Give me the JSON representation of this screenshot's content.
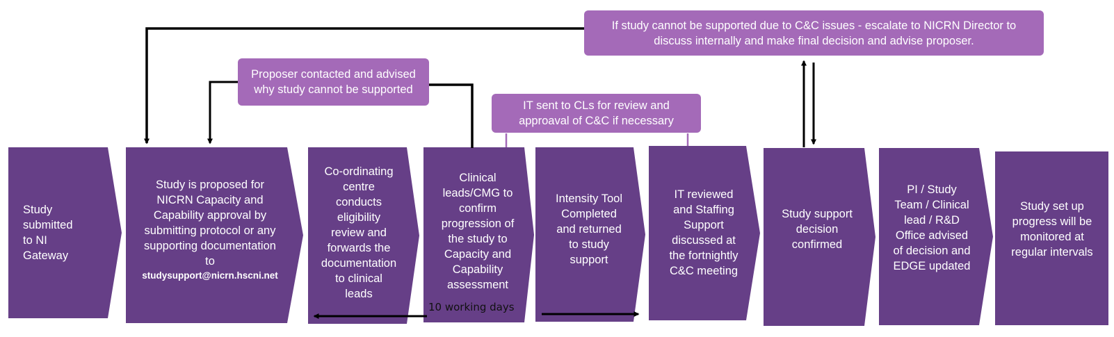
{
  "colors": {
    "step_fill": "#663f87",
    "callout_fill": "#a46ab8",
    "connector": "#000000",
    "callout_connector": "#a46ab8",
    "step_text": "#ffffff"
  },
  "steps": [
    {
      "id": 1,
      "text": "Study\nsubmitted\nto NI\nGateway",
      "shape": "chevron"
    },
    {
      "id": 2,
      "text": "Study is proposed for\nNICRN Capacity and\nCapability approval by\nsubmitting protocol or any\nsupporting documentation\nto",
      "email": "studysupport@nicrn.hscni.net",
      "shape": "chevron"
    },
    {
      "id": 3,
      "text": "Co-ordinating\ncentre\nconducts\neligibility\nreview and\nforwards the\ndocumentation\nto clinical\nleads",
      "shape": "chevron"
    },
    {
      "id": 4,
      "text": "Clinical\nleads/CMG to\nconfirm\nprogression of\nthe study to\nCapacity and\nCapability\nassessment",
      "shape": "chevron"
    },
    {
      "id": 5,
      "text": "Intensity Tool\nCompleted\nand returned\nto study\nsupport",
      "shape": "chevron"
    },
    {
      "id": 6,
      "text": "IT reviewed\nand Staffing\nSupport\ndiscussed at\nthe fortnightly\nC&C meeting",
      "shape": "chevron"
    },
    {
      "id": 7,
      "text": "Study support\ndecision\nconfirmed",
      "shape": "chevron"
    },
    {
      "id": 8,
      "text": "PI / Study\nTeam / Clinical\nlead / R&D\nOffice advised\nof decision and\nEDGE updated",
      "shape": "chevron"
    },
    {
      "id": 9,
      "text": "Study set up\nprogress will be\nmonitored at\nregular intervals",
      "shape": "rectangle"
    }
  ],
  "callouts": {
    "escalate": "If study cannot be supported due to C&C issues - escalate to NICRN Director to\ndiscuss internally and make final decision and advise proposer.",
    "proposer": "Proposer contacted and advised\nwhy study cannot be supported",
    "intensity_tool": "IT sent to CLs for review and\napproaval of C&C if necessary"
  },
  "duration": {
    "label": "10 working days",
    "spans_from_step": 3,
    "spans_to_step": 5
  },
  "connectors": [
    {
      "from": "escalate",
      "to": "step-2",
      "style": "arrow"
    },
    {
      "from": "proposer",
      "to": "step-2",
      "style": "arrow"
    },
    {
      "from": "step-4",
      "to": "proposer",
      "style": "line"
    },
    {
      "from": "step-7",
      "to": "escalate",
      "style": "arrow"
    },
    {
      "from": "escalate",
      "to": "step-7",
      "style": "arrow"
    },
    {
      "from": "intensity_tool",
      "to": "step-4",
      "style": "line"
    },
    {
      "from": "intensity_tool",
      "to": "step-6",
      "style": "line"
    }
  ]
}
